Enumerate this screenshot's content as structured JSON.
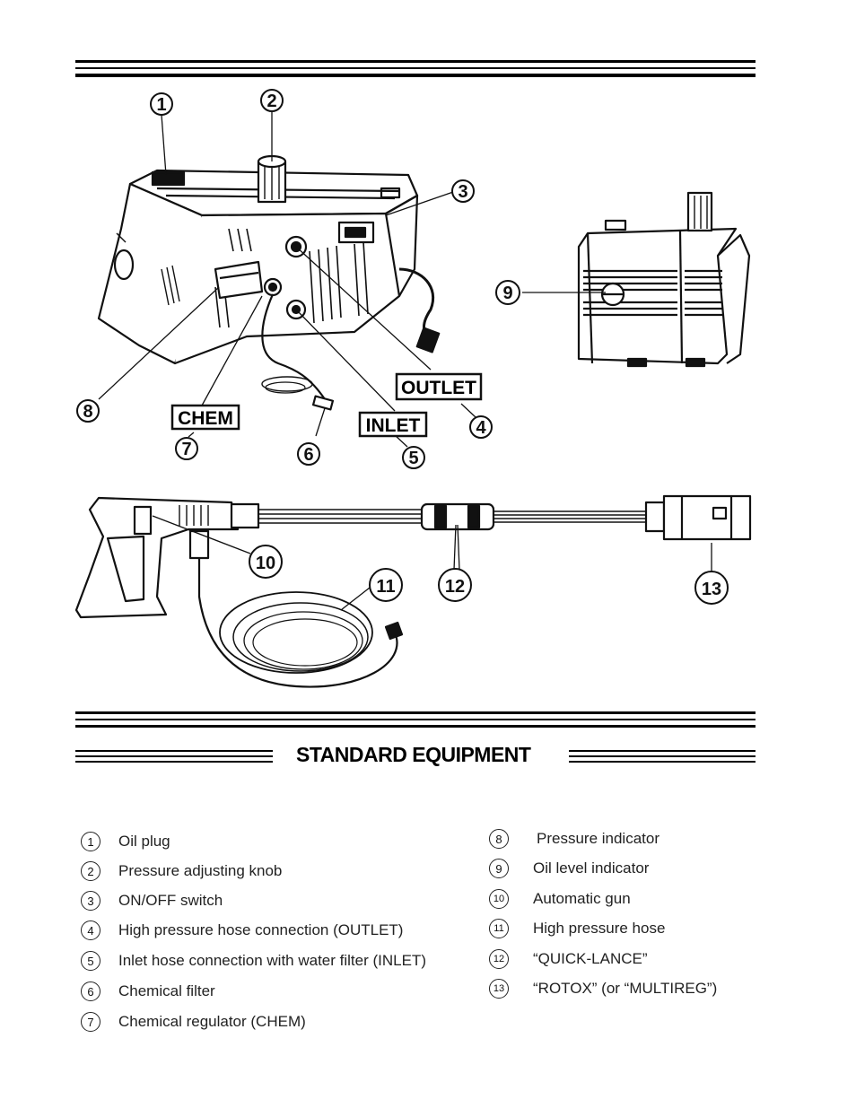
{
  "callouts": {
    "outlet": "OUTLET",
    "chem": "CHEM",
    "inlet": "INLET"
  },
  "markers": [
    "1",
    "2",
    "3",
    "4",
    "5",
    "6",
    "7",
    "8",
    "9",
    "10",
    "11",
    "12",
    "13"
  ],
  "section_title": "STANDARD EQUIPMENT",
  "legend_left": [
    {
      "num": "1",
      "label": "Oil plug"
    },
    {
      "num": "2",
      "label": "Pressure adjusting knob"
    },
    {
      "num": "3",
      "label": "ON/OFF switch"
    },
    {
      "num": "4",
      "label": "High pressure hose connection (OUTLET)"
    },
    {
      "num": "5",
      "label": "Inlet hose connection with water filter (INLET)"
    },
    {
      "num": "6",
      "label": "Chemical filter"
    },
    {
      "num": "7",
      "label": "Chemical regulator (CHEM)"
    }
  ],
  "legend_right": [
    {
      "num": "8",
      "label": "Pressure indicator"
    },
    {
      "num": "9",
      "label": "Oil level indicator"
    },
    {
      "num": "10",
      "label": "Automatic gun"
    },
    {
      "num": "11",
      "label": "High pressure hose"
    },
    {
      "num": "12",
      "label": "“QUICK-LANCE”"
    },
    {
      "num": "13",
      "label": "“ROTOX” (or “MULTIREG”)"
    }
  ]
}
